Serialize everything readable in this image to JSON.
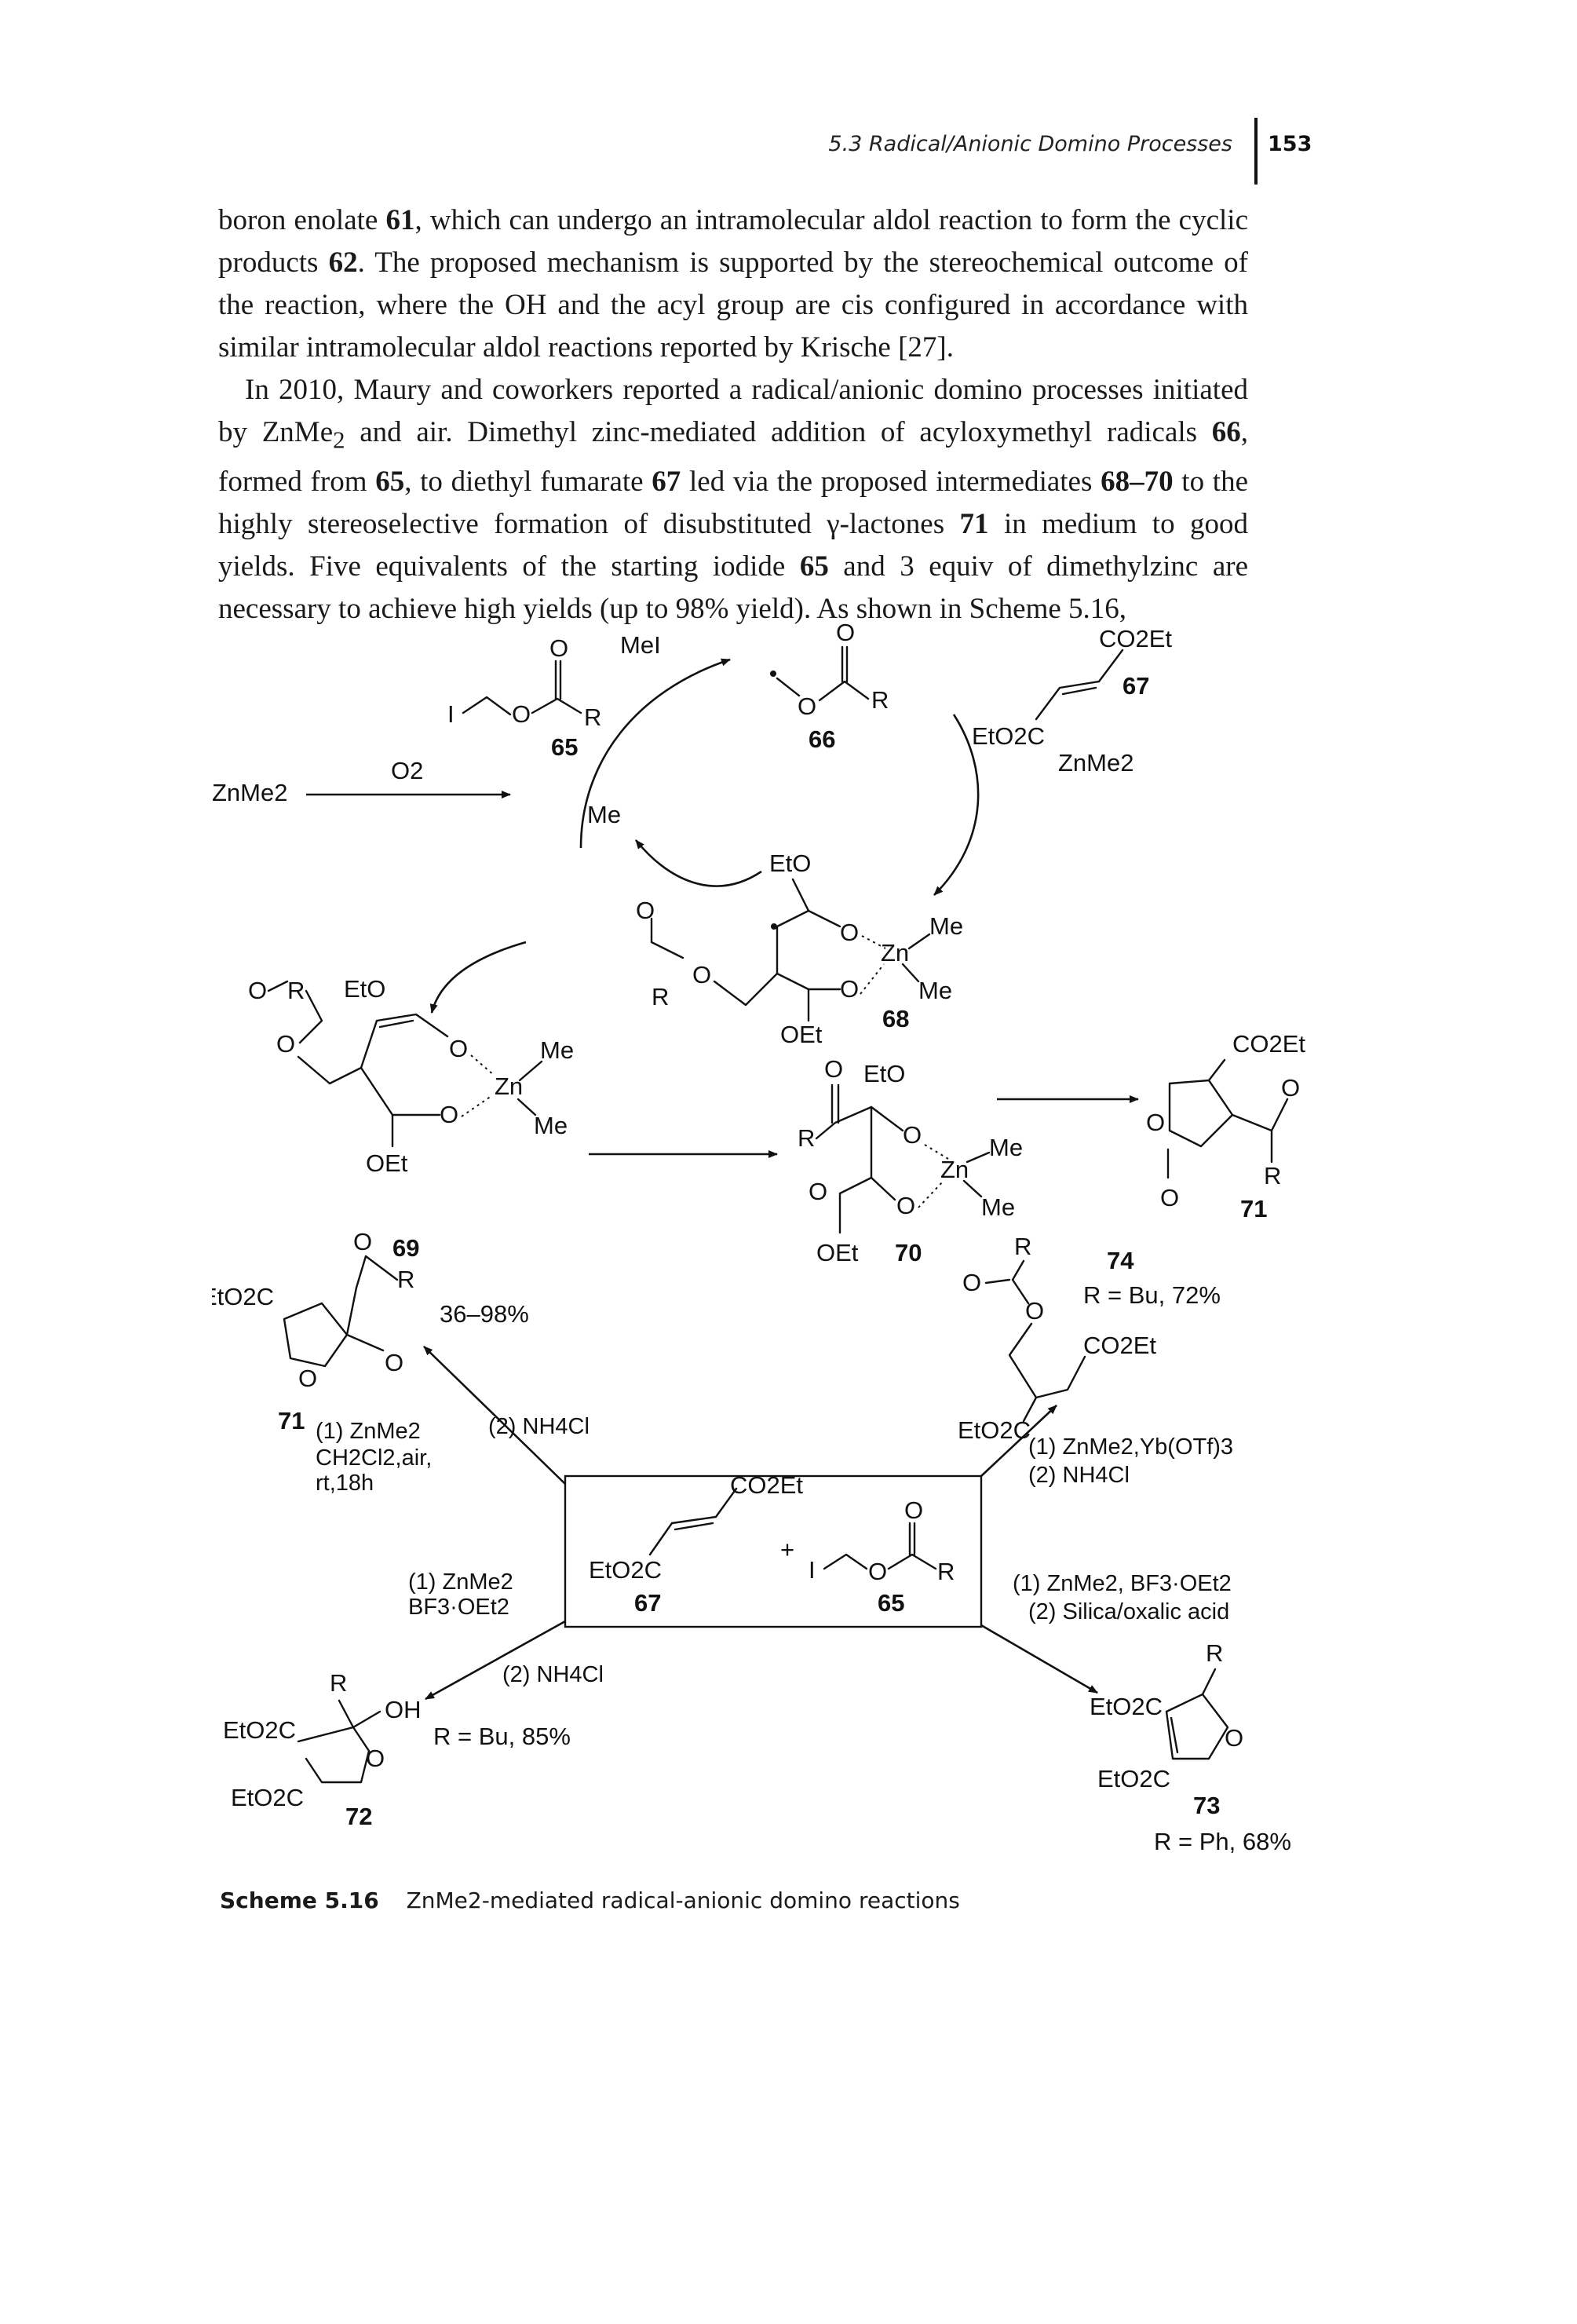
{
  "header": {
    "running_head": "5.3 Radical/Anionic Domino Processes",
    "page_number": "153"
  },
  "paragraphs": [
    {
      "html": "boron enolate <b>61</b>, which can undergo an intramolecular aldol reaction to form the cyclic products <b>62</b>. The proposed mechanism is supported by the stereochemical outcome of the reaction, where the OH and the acyl group are cis configured in accordance with similar intramolecular aldol reactions reported by Krische [27]."
    },
    {
      "html": "In 2010, Maury and coworkers reported a radical/anionic domino processes initiated by ZnMe<sub>2</sub> and air. Dimethyl zinc-mediated addition of acyloxymethyl radicals <b>66</b>, formed from <b>65</b>, to diethyl fumarate <b>67</b> led via the proposed intermediates <b>68–70</b> to the highly stereoselective formation of disubstituted γ-lactones <b>71</b> in medium to good yields. Five equivalents of the starting iodide <b>65</b> and 3 equiv of dimethylzinc are necessary to achieve high yields (up to 98% yield). As shown in Scheme 5.16,"
    }
  ],
  "scheme": {
    "reagent_start": "ZnMe2",
    "oxidant": "O2",
    "mei": "MeI",
    "me_radical": "Me",
    "compound_labels": [
      "65",
      "66",
      "67",
      "68",
      "69",
      "70",
      "71",
      "71",
      "72",
      "73",
      "74",
      "65",
      "67"
    ],
    "sub_labels": {
      "r": "R",
      "o": "O",
      "i": "I",
      "eto": "EtO",
      "oet": "OEt",
      "zn": "Zn",
      "me": "Me",
      "co2et": "CO2Et",
      "eto2c": "EtO2C",
      "oh": "OH",
      "plus": "+"
    },
    "conditions": {
      "to_71_a": "(1) ZnMe2",
      "to_71_b": "CH2Cl2,air,",
      "to_71_c": "rt,18h",
      "to_71_d": "(2) NH4Cl",
      "yield_71": "36–98%",
      "to_72_a": "(1) ZnMe2",
      "to_72_b": "BF3·OEt2",
      "to_72_c": "(2) NH4Cl",
      "yield_72": "R = Bu, 85%",
      "to_74_a": "(1) ZnMe2,Yb(OTf)3",
      "to_74_b": "(2) NH4Cl",
      "yield_74": "R = Bu, 72%",
      "to_73_a": "(1) ZnMe2, BF3·OEt2",
      "to_73_b": "(2) Silica/oxalic acid",
      "yield_73": "R = Ph, 68%"
    }
  },
  "caption": {
    "label": "Scheme 5.16",
    "text": "ZnMe2-mediated radical-anionic domino reactions"
  }
}
